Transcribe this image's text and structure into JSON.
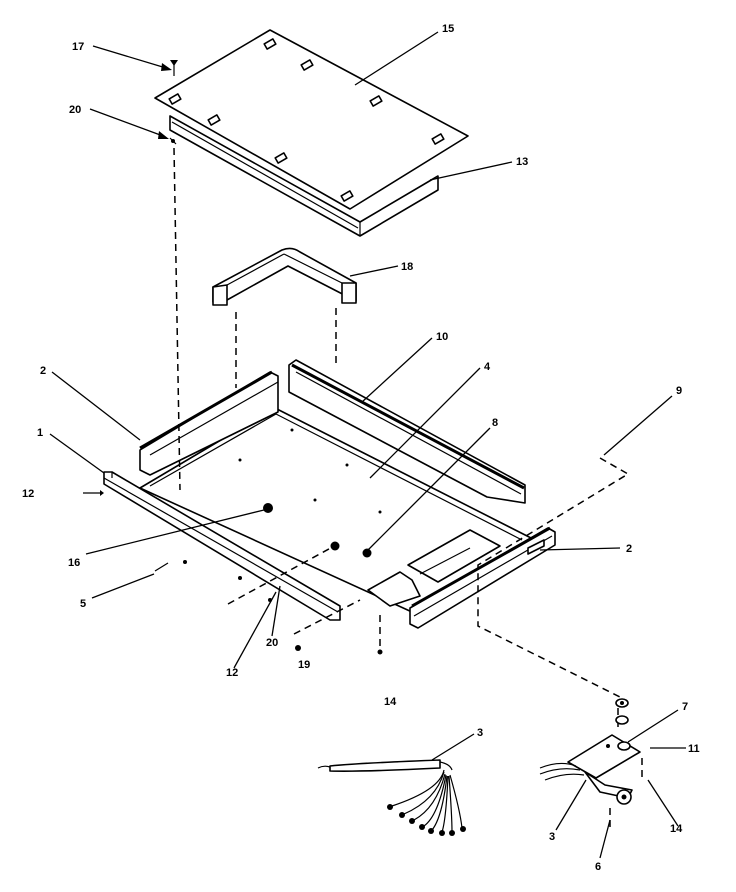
{
  "callouts": {
    "c17": "17",
    "c15": "15",
    "c20a": "20",
    "c13": "13",
    "c18": "18",
    "c10": "10",
    "c2a": "2",
    "c4": "4",
    "c9": "9",
    "c1": "1",
    "c8": "8",
    "c12a": "12",
    "c16": "16",
    "c2b": "2",
    "c5": "5",
    "c20b": "20",
    "c12b": "12",
    "c19": "19",
    "c14a": "14",
    "c3a": "3",
    "c7": "7",
    "c11": "11",
    "c3b": "3",
    "c14b": "14",
    "c6": "6"
  }
}
